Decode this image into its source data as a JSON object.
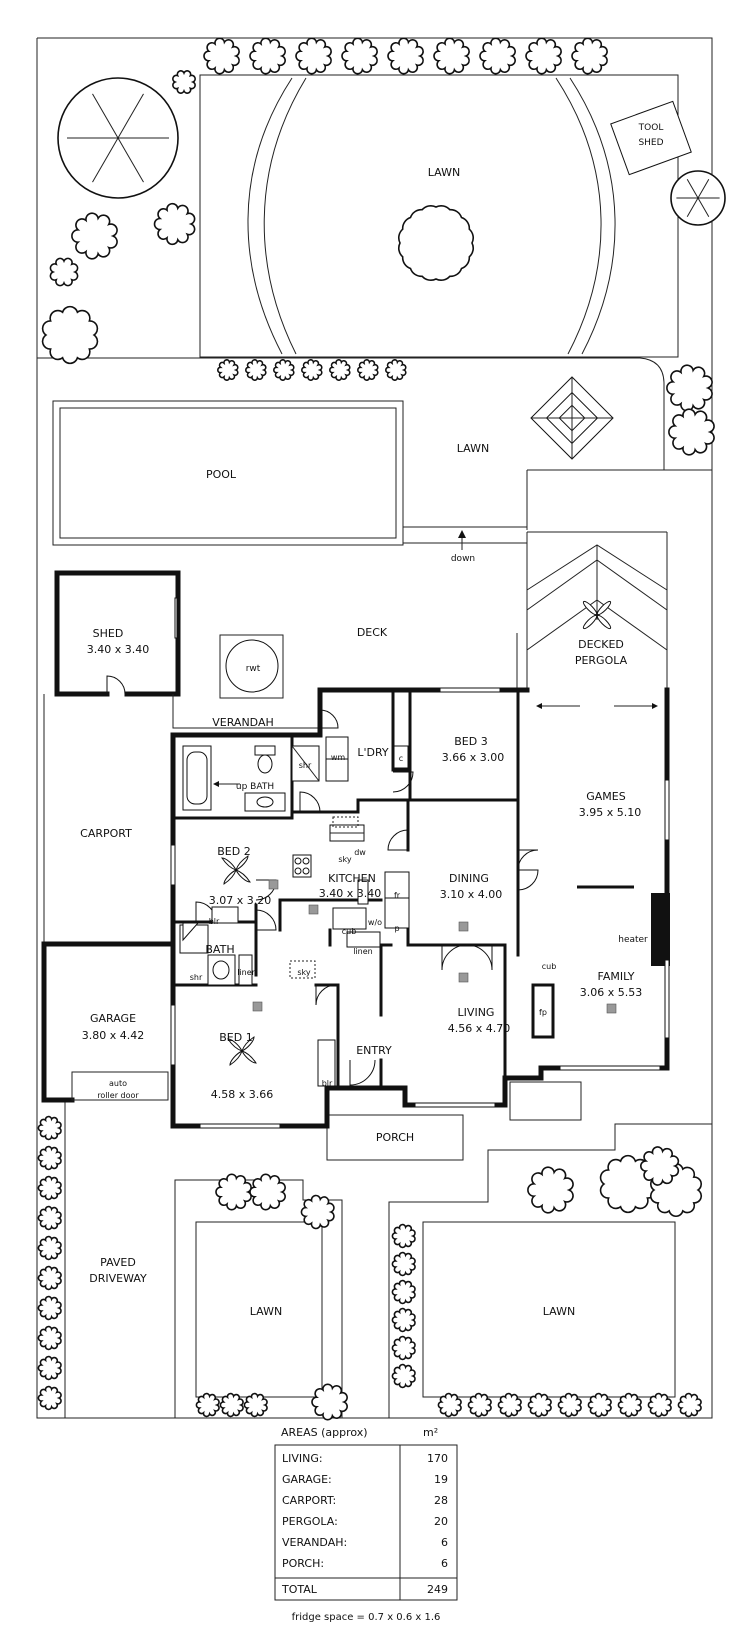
{
  "rooms": {
    "lawn_back": "LAWN",
    "tool_shed": [
      "TOOL",
      "SHED"
    ],
    "lawn_mid": "LAWN",
    "pool": "POOL",
    "down": "down",
    "deck": "DECK",
    "rwt": "rwt",
    "shed": "SHED",
    "shed_dim": "3.40 x 3.40",
    "decked_pergola": [
      "DECKED",
      "PERGOLA"
    ],
    "verandah": "VERANDAH",
    "carport": "CARPORT",
    "laundry": "L'DRY",
    "wm": "wm",
    "c": "c",
    "bed3": "BED 3",
    "bed3_dim": "3.66 x 3.00",
    "games": "GAMES",
    "games_dim": "3.95 x 5.10",
    "bath_up": "up BATH",
    "shr_main": "shr",
    "bed2": "BED 2",
    "bed2_dim": "3.07 x 3.20",
    "blr_bed2": "blr",
    "kitchen": "KITCHEN",
    "kitchen_dim": "3.40 x 3.40",
    "sky_k": "sky",
    "dw": "dw",
    "wo": "w/o",
    "fr": "fr",
    "cub_k": "cub",
    "p": "p",
    "linen_k": "linen",
    "dining": "DINING",
    "dining_dim": "3.10 x 4.00",
    "heater": "heater",
    "family": "FAMILY",
    "family_dim": "3.06 x 5.53",
    "cub_f": "cub",
    "fp": "fp",
    "bath2": "BATH",
    "shr2": "shr",
    "linen2": "linen",
    "sky2": "sky",
    "garage": "GARAGE",
    "garage_dim": "3.80 x 4.42",
    "auto": "auto",
    "roller_door": "roller door",
    "bed1": "BED 1",
    "bed1_dim": "4.58 x 3.66",
    "blr_bed1": "blr",
    "entry": "ENTRY",
    "living": "LIVING",
    "living_dim": "4.56 x 4.70",
    "porch": "PORCH",
    "paved_driveway": [
      "PAVED",
      "DRIVEWAY"
    ],
    "lawn_front_left": "LAWN",
    "lawn_front_right": "LAWN"
  },
  "areas_table": {
    "header_label": "AREAS (approx)",
    "header_unit": "m²",
    "rows": [
      {
        "label": "LIVING:",
        "value": "170"
      },
      {
        "label": "GARAGE:",
        "value": "19"
      },
      {
        "label": "CARPORT:",
        "value": "28"
      },
      {
        "label": "PERGOLA:",
        "value": "20"
      },
      {
        "label": "VERANDAH:",
        "value": "6"
      },
      {
        "label": "PORCH:",
        "value": "6"
      }
    ],
    "total_label": "TOTAL",
    "total_value": "249",
    "footnote": "fridge space = 0.7 x 0.6 x 1.6"
  }
}
